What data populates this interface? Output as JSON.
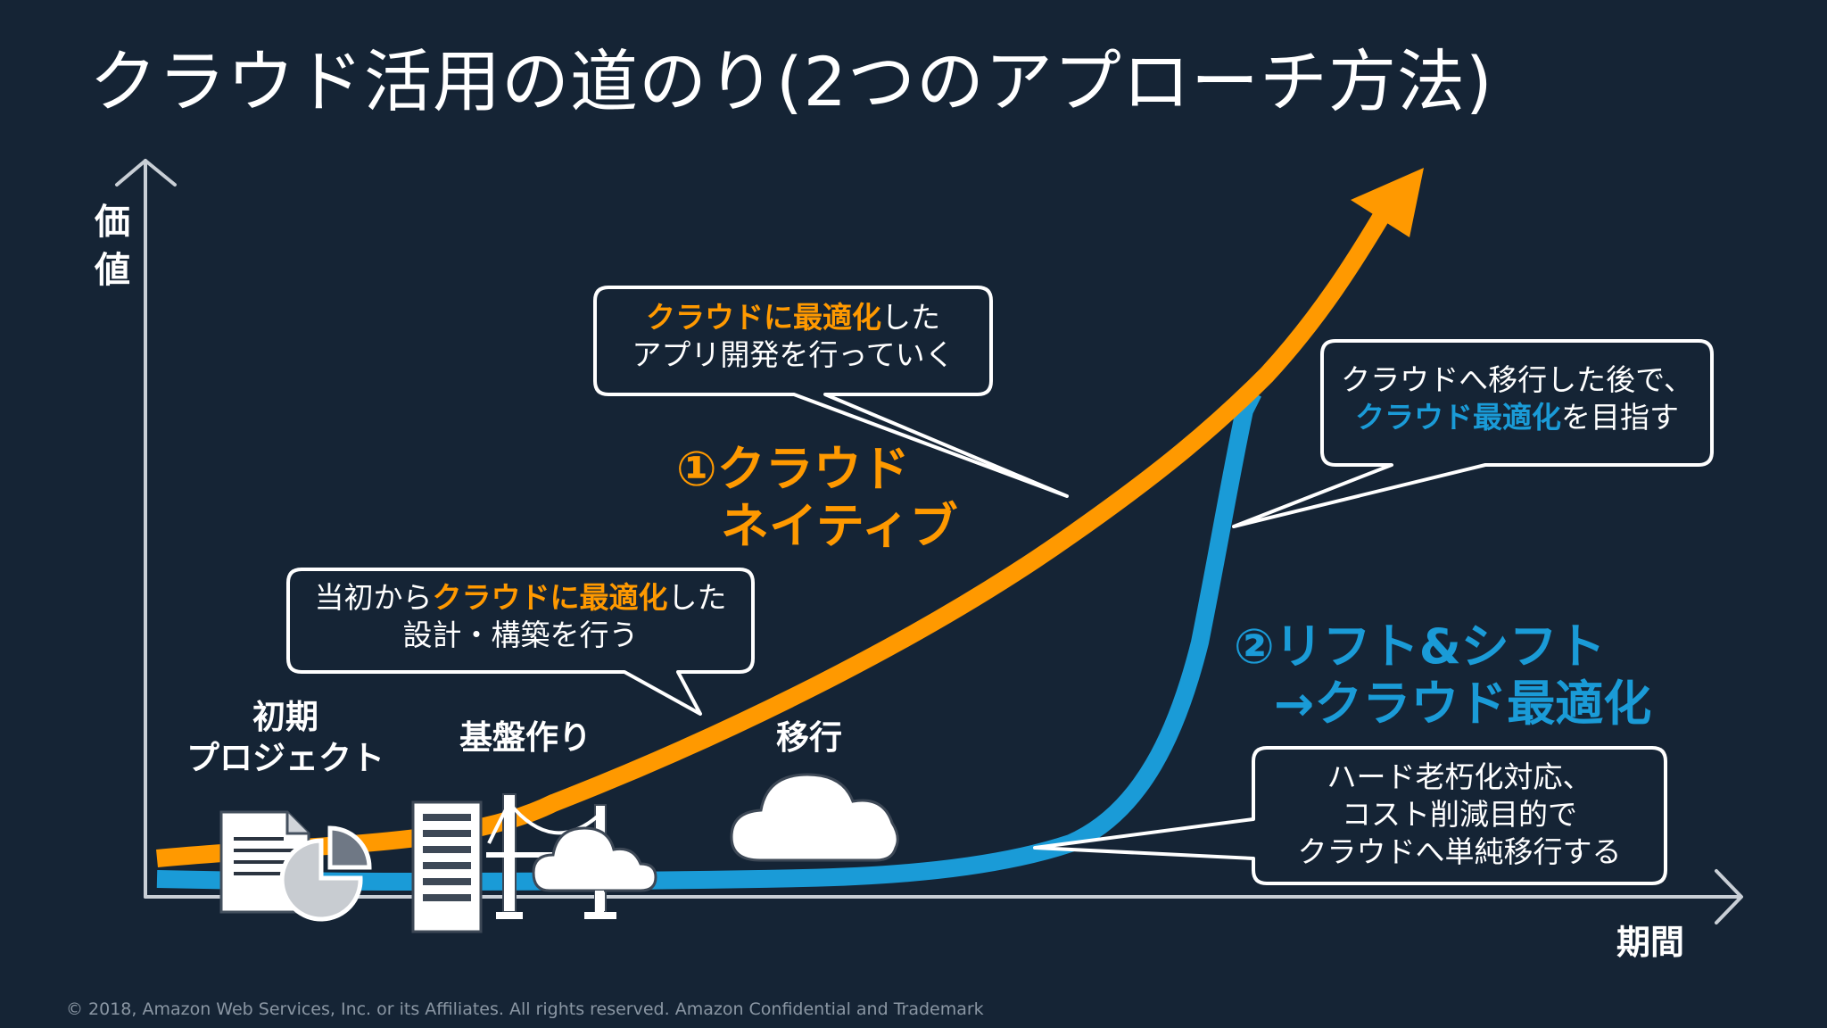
{
  "title": "クラウド活用の道のり(2つのアプローチ方法)",
  "axes": {
    "y_label_chars": [
      "価",
      "値"
    ],
    "x_label": "期間"
  },
  "colors": {
    "background": "#152435",
    "native": "#ff9900",
    "lift": "#1a9bd7",
    "axis": "#c9cfd6"
  },
  "bubbles": {
    "native_top": {
      "hl": "クラウドに最適化",
      "rest1": "した",
      "line2": "アプリ開発を行っていく"
    },
    "native_low": {
      "pre": "当初から",
      "hl": "クラウドに最適化",
      "post": "した",
      "line2": "設計・構築を行う"
    },
    "lift_top": {
      "line1": "クラウドへ移行した後で、",
      "hl": "クラウド最適化",
      "post": "を目指す"
    },
    "lift_low": {
      "line1": "ハード老朽化対応、",
      "line2": "コスト削減目的で",
      "line3": "クラウドへ単純移行する"
    }
  },
  "approaches": {
    "native": {
      "line1": "①クラウド",
      "line2": "ネイティブ"
    },
    "lift": {
      "line1": "②リフト&シフト",
      "line2": "→クラウド最適化"
    }
  },
  "stages": {
    "initial": {
      "line1": "初期",
      "line2": "プロジェクト"
    },
    "infra": "基盤作り",
    "migration": "移行"
  },
  "icons": [
    "document-icon",
    "pie-chart-icon",
    "server-icon",
    "bridge-icon",
    "cloud-icon"
  ],
  "footer": "© 2018, Amazon Web Services, Inc. or its Affiliates. All rights reserved. Amazon Confidential and Trademark"
}
